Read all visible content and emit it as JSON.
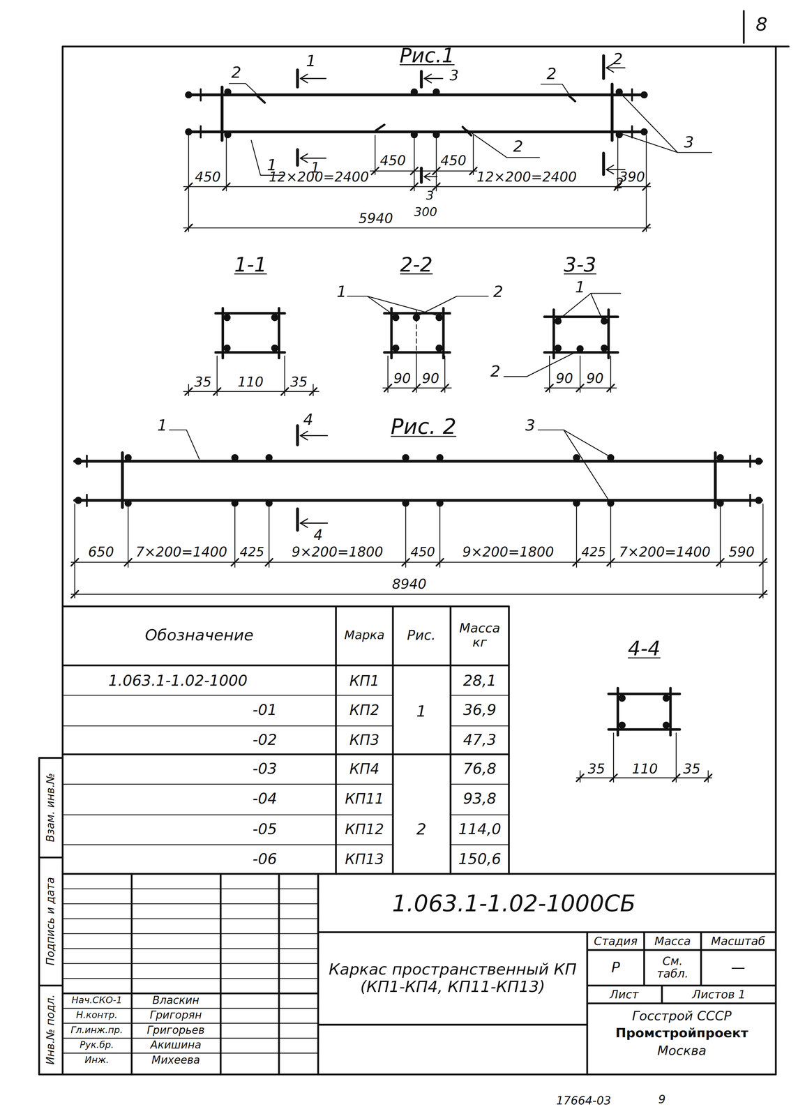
{
  "diagram": {
    "labels": [
      "8",
      "Рис.1",
      "2",
      "1",
      "3",
      "2",
      "2",
      "2",
      "3",
      "1",
      "1",
      "450",
      "450",
      "3",
      "2",
      "450",
      "12×200=2400",
      "12×200=2400",
      "390",
      "300",
      "5940",
      "1-1",
      "2-2",
      "3-3",
      "1",
      "2",
      "1",
      "2",
      "35",
      "110",
      "35",
      "90",
      "90",
      "90",
      "90",
      "Рис. 2",
      "1",
      "4",
      "3",
      "4",
      "650",
      "7×200=1400",
      "425",
      "9×200=1800",
      "450",
      "9×200=1800",
      "425",
      "7×200=1400",
      "590",
      "8940",
      "Обозначение",
      "Марка",
      "Рис.",
      "Масса кг",
      "1.063.1-1.02-1000",
      "КП1",
      "28,1",
      "-01",
      "КП2",
      "1",
      "36,9",
      "-02",
      "КП3",
      "47,3",
      "-03",
      "КП4",
      "76,8",
      "-04",
      "КП11",
      "93,8",
      "-05",
      "КП12",
      "2",
      "114,0",
      "-06",
      "КП13",
      "150,6",
      "4-4",
      "35",
      "110",
      "35",
      "Взам. инв.№",
      "Подпись и дата",
      "Инв.№ подл.",
      "1.063.1-1.02-1000СБ",
      "Каркас пространственный КП (КП1-КП4, КП11-КП13)",
      "Стадия",
      "Масса",
      "Масштаб",
      "Р",
      "См. табл.",
      "—",
      "Лист",
      "Листов 1",
      "Госстрой СССР",
      "Промстройпроект",
      "Москва",
      "Нач.СКО-1",
      "Власкин",
      "Н.контр.",
      "Григорян",
      "Гл.инж.пр.",
      "Григорьев",
      "Рук.бр.",
      "Акишина",
      "Инж.",
      "Михеева",
      "17664-03",
      "9"
    ]
  }
}
